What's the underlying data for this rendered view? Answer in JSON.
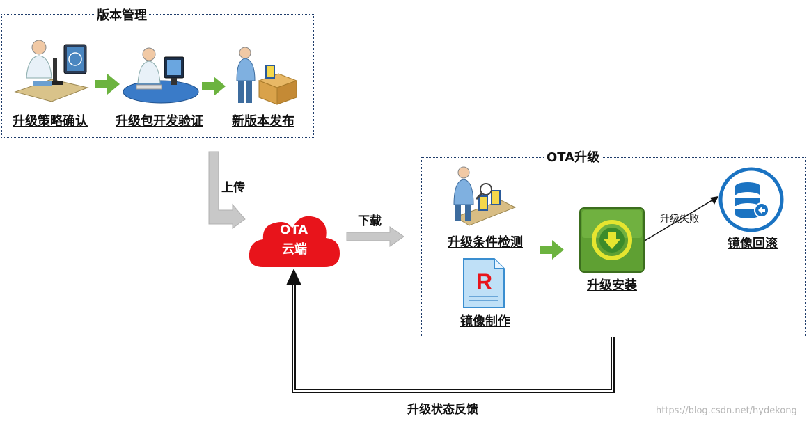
{
  "version_management": {
    "title": "版本管理",
    "steps": [
      {
        "label": "升级策略确认",
        "icon": "scientist-microscope-icon"
      },
      {
        "label": "升级包开发验证",
        "icon": "developer-workstation-icon"
      },
      {
        "label": "新版本发布",
        "icon": "worker-package-icon"
      }
    ]
  },
  "upload_label": "上传",
  "cloud": {
    "line1": "OTA",
    "line2": "云端",
    "color": "#e8141b"
  },
  "download_label": "下载",
  "ota_upgrade": {
    "title": "OTA升级",
    "condition_check": "升级条件检测",
    "image_make": "镜像制作",
    "image_doc_letter": "R",
    "install": "升级安装",
    "fail_label": "升级失败",
    "rollback": "镜像回滚"
  },
  "feedback_label": "升级状态反馈",
  "watermark": "https://blog.csdn.net/hydekong",
  "colors": {
    "green_arrow": "#6cb33f",
    "gray_arrow": "#c8c8c8",
    "box_border": "#1f3d6b",
    "database_blue": "#1a73c2"
  }
}
